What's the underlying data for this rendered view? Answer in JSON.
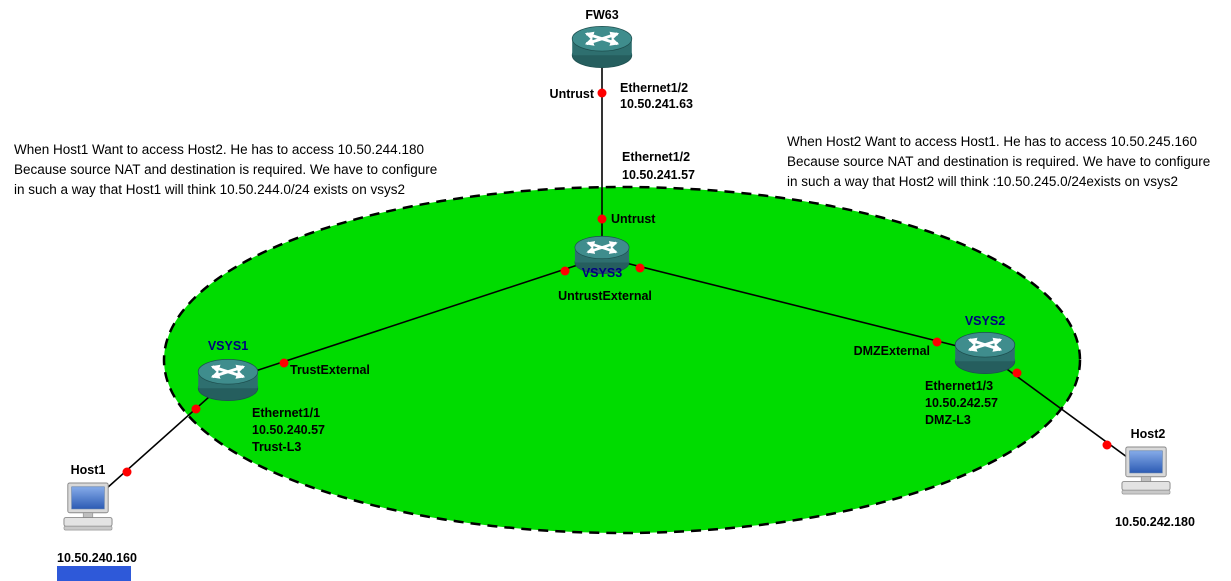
{
  "colors": {
    "background": "#ffffff",
    "zone_fill": "#00dc00",
    "zone_border": "#000000",
    "link": "#000000",
    "port_status_dot": "#ff0000",
    "vsys_label": "#000080",
    "label": "#000000",
    "router_top": "#3f8d8d",
    "router_body": "#2e6f6f",
    "host_screen": "#2c5bb4",
    "taskbar_fragment": "#2e59d9"
  },
  "notes": {
    "host1_nat": {
      "lines": [
        "When Host1 Want to access Host2. He has to access 10.50.244.180",
        "Because source NAT and destination is required. We have to configure",
        "in such a way that Host1 will think 10.50.244.0/24 exists on vsys2"
      ]
    },
    "host2_nat": {
      "lines": [
        "When Host2 Want to access Host1. He has to access 10.50.245.160",
        "Because source NAT and destination is required. We have to configure",
        "in such a way that Host2 will think :10.50.245.0/24exists on vsys2"
      ]
    }
  },
  "devices": {
    "fw63": {
      "name": "FW63"
    },
    "vsys3": {
      "name": "VSYS3",
      "zone": "UntrustExternal"
    },
    "vsys1": {
      "name": "VSYS1"
    },
    "vsys2": {
      "name": "VSYS2"
    },
    "host1": {
      "name": "Host1",
      "ip": "10.50.240.160"
    },
    "host2": {
      "name": "Host2",
      "ip": "10.50.242.180"
    }
  },
  "interfaces": {
    "fw63_side": {
      "zone": "Untrust",
      "name": "Ethernet1/2",
      "ip": "10.50.241.63"
    },
    "vsys3_side": {
      "zone": "Untrust",
      "name": "Ethernet1/2",
      "ip": "10.50.241.57"
    },
    "vsys1_uplink": {
      "zone": "TrustExternal"
    },
    "vsys1_host": {
      "name": "Ethernet1/1",
      "ip": "10.50.240.57",
      "l3": "Trust-L3"
    },
    "vsys2_uplink": {
      "zone": "DMZExternal"
    },
    "vsys2_host": {
      "name": "Ethernet1/3",
      "ip": "10.50.242.57",
      "l3": "DMZ-L3"
    }
  }
}
